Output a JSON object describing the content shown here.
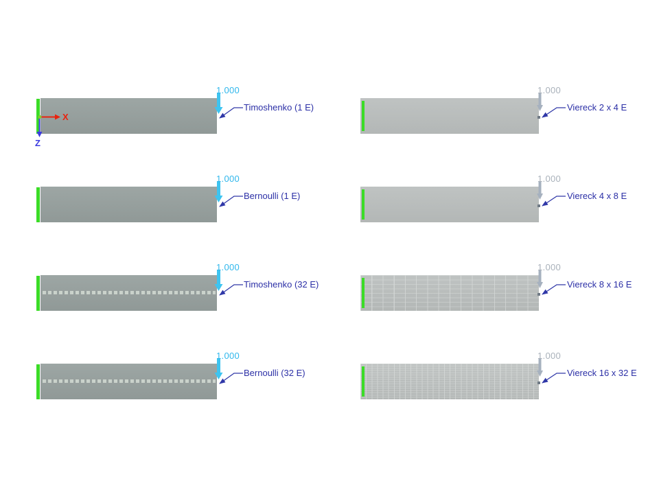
{
  "view": {
    "axis": {
      "x_label": "X",
      "z_label": "Z"
    }
  },
  "colors": {
    "beam_left_top": "#9da6a4",
    "beam_left_bottom": "#909997",
    "beam_right_top": "#bfc3c2",
    "beam_right_bottom": "#b3b7b6",
    "support": "#3bdc27",
    "load_arrow_left": "#3ec4f0",
    "load_arrow_right": "#a6b1bf",
    "value_left": "#2fb7ec",
    "value_right": "#a9b1ba",
    "callout_text": "#2b2fa6",
    "leader": "#3038a8",
    "axis_x": "#e8230f",
    "axis_z": "#3c3ce0",
    "origin_dot": "#86c832",
    "element_dash": "#cad2cb",
    "node_dot": "#707a85"
  },
  "beams": [
    {
      "id": "timoshenko-1e",
      "label": "Timoshenko (1 E)",
      "value": "1.000"
    },
    {
      "id": "bernoulli-1e",
      "label": "Bernoulli (1 E)",
      "value": "1.000"
    },
    {
      "id": "timoshenko-32e",
      "label": "Timoshenko (32 E)",
      "value": "1.000"
    },
    {
      "id": "bernoulli-32e",
      "label": "Bernoulli (32 E)",
      "value": "1.000"
    },
    {
      "id": "viereck-2x4",
      "label": "Viereck 2 x 4 E",
      "value": "1.000"
    },
    {
      "id": "viereck-4x8",
      "label": "Viereck 4 x 8 E",
      "value": "1.000"
    },
    {
      "id": "viereck-8x16",
      "label": "Viereck 8 x 16 E",
      "value": "1.000"
    },
    {
      "id": "viereck-16x32",
      "label": "Viereck 16 x 32 E",
      "value": "1.000"
    }
  ]
}
